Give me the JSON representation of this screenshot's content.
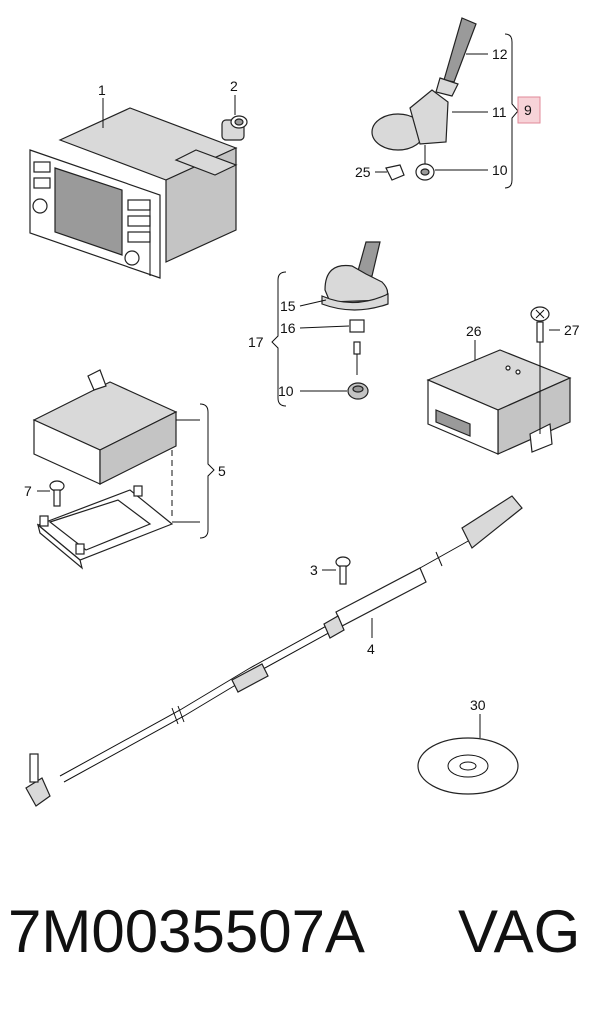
{
  "diagram": {
    "callouts": {
      "c1": "1",
      "c2": "2",
      "c3": "3",
      "c4": "4",
      "c5": "5",
      "c7": "7",
      "c9": "9",
      "c10a": "10",
      "c10b": "10",
      "c11": "11",
      "c12": "12",
      "c15": "15",
      "c16": "16",
      "c17": "17",
      "c25": "25",
      "c26": "26",
      "c27": "27",
      "c30": "30"
    },
    "highlight_color": "#f7d3d8"
  },
  "footer": {
    "part_number": "7M0035507A",
    "brand": "VAG"
  }
}
